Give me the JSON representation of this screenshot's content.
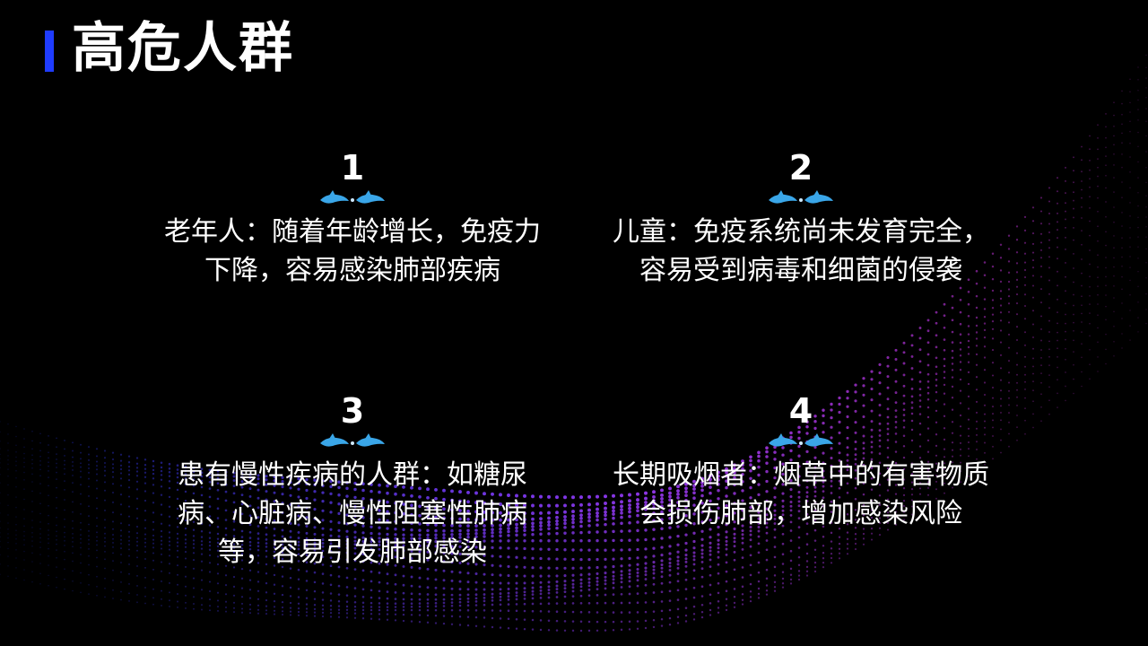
{
  "slide": {
    "title": "高危人群",
    "accent_color": "#1f3cff"
  },
  "cards": [
    {
      "number": "1",
      "text": "老年人：随着年龄增长，免疫力下降，容易感染肺部疾病",
      "decoration_icon": "dolphin-icon"
    },
    {
      "number": "2",
      "text": "儿童：免疫系统尚未发育完全，容易受到病毒和细菌的侵袭",
      "decoration_icon": "dolphin-icon"
    },
    {
      "number": "3",
      "text": "患有慢性疾病的人群：如糖尿病、心脏病、慢性阻塞性肺病等，容易引发肺部感染",
      "decoration_icon": "dolphin-icon"
    },
    {
      "number": "4",
      "text": "长期吸烟者：烟草中的有害物质会损伤肺部，增加感染风险",
      "decoration_icon": "dolphin-icon"
    }
  ]
}
